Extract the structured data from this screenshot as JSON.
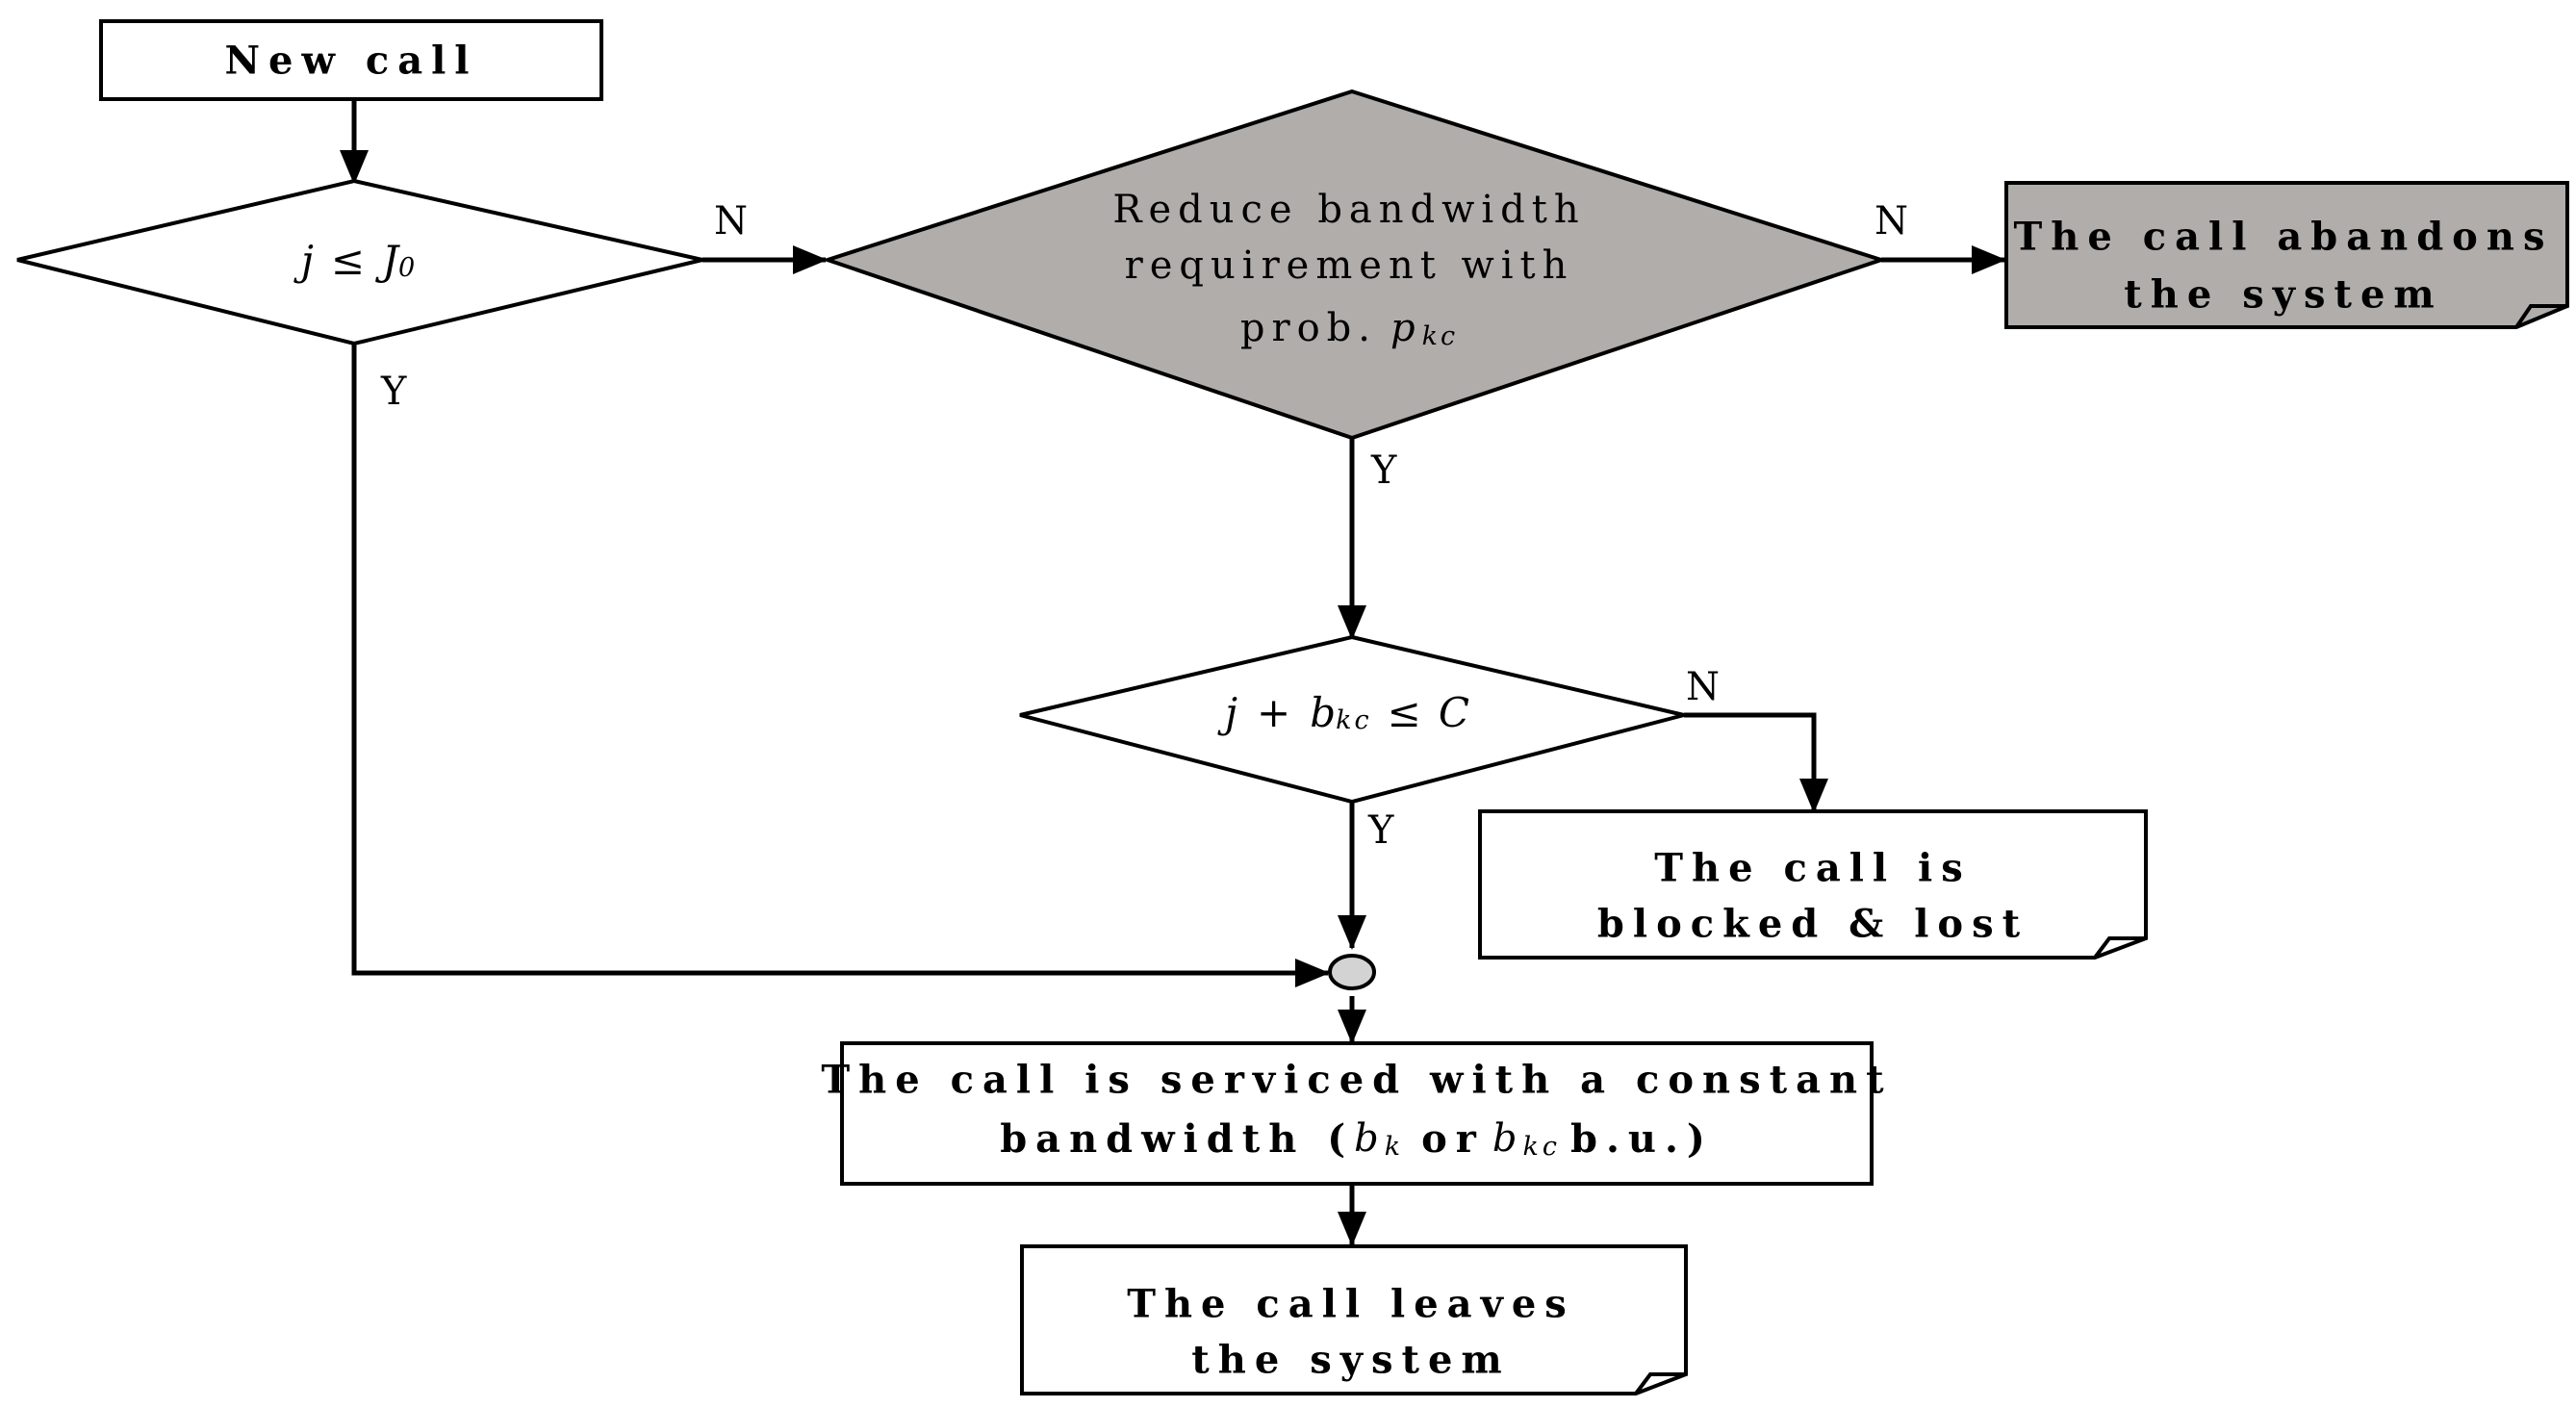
{
  "nodes": {
    "new_call": {
      "text": "New call"
    },
    "check_j0": {
      "j": "j",
      "le": "≤",
      "J": "J",
      "sub": "0"
    },
    "reduce_bw": {
      "line1": "Reduce bandwidth",
      "line2": "requirement with",
      "line3": "prob.",
      "p": "p",
      "sub": "kc"
    },
    "abandon": {
      "line1": "The call abandons",
      "line2": "the system"
    },
    "check_c": {
      "j": "j",
      "plus": "+",
      "b": "b",
      "sub": "kc",
      "le": "≤",
      "C": "C"
    },
    "blocked": {
      "line1": "The call is",
      "line2": "blocked & lost"
    },
    "serviced": {
      "line1": "The call is serviced with a constant",
      "line2_a": "bandwidth (",
      "b1": "b",
      "sub1": "k",
      "or": "or",
      "b2": "b",
      "sub2": "kc",
      "line2_b": "b.u.)"
    },
    "leaves": {
      "line1": "The call leaves",
      "line2": "the system"
    }
  },
  "labels": {
    "j0_no": "N",
    "j0_yes": "Y",
    "reduce_no": "N",
    "reduce_yes": "Y",
    "c_no": "N",
    "c_yes": "Y"
  },
  "colors": {
    "shaded_fill": "#b0adab",
    "stroke": "#000000",
    "junction_fill": "#d3d3d3"
  }
}
